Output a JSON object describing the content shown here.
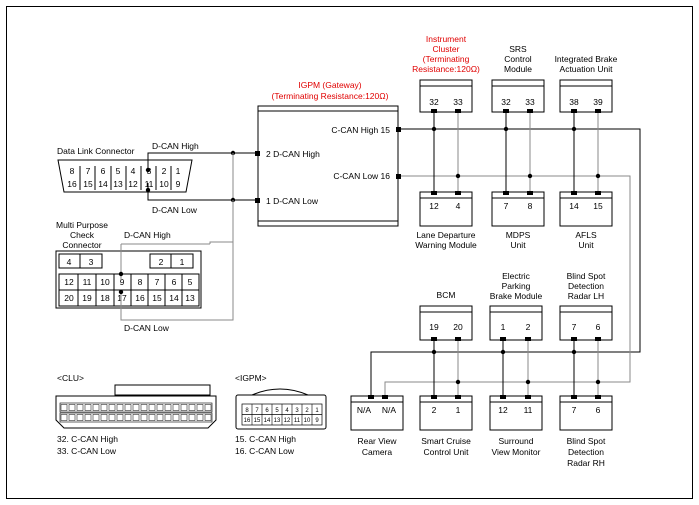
{
  "igpm": {
    "title": "IGPM (Gateway)",
    "subtitle": "(Terminating Resistance:120Ω)",
    "pins": {
      "c_can_high": "C-CAN High 15",
      "c_can_low": "C-CAN Low 16",
      "d_can_high": "2 D-CAN High",
      "d_can_low": "1 D-CAN Low"
    }
  },
  "dlc": {
    "title": "Data Link Connector",
    "row1": [
      "8",
      "7",
      "6",
      "5",
      "4",
      "3",
      "2",
      "1"
    ],
    "row2": [
      "16",
      "15",
      "14",
      "13",
      "12",
      "11",
      "10",
      "9"
    ],
    "d_can_high": "D-CAN High",
    "d_can_low": "D-CAN Low"
  },
  "mpcc": {
    "title_line1": "Multi Purpose",
    "title_line2": "Check",
    "title_line3": "Connector",
    "row0": [
      "4",
      "3",
      "2",
      "1"
    ],
    "row1": [
      "12",
      "11",
      "10",
      "9",
      "8",
      "7",
      "6",
      "5"
    ],
    "row2": [
      "20",
      "19",
      "18",
      "17",
      "16",
      "15",
      "14",
      "13"
    ],
    "d_can_high": "D-CAN High",
    "d_can_low": "D-CAN Low"
  },
  "top_modules": [
    {
      "line1": "Instrument",
      "line2": "Cluster",
      "line3": "(Terminating",
      "line4": "Resistance:120Ω)",
      "pin_a": "32",
      "pin_b": "33"
    },
    {
      "line1": "SRS",
      "line2": "Control",
      "line3": "Module",
      "pin_a": "32",
      "pin_b": "33"
    },
    {
      "line1": "Integrated Brake",
      "line2": "Actuation Unit",
      "pin_a": "38",
      "pin_b": "39"
    }
  ],
  "upper_lower_modules": [
    {
      "line1": "Lane Departure",
      "line2": "Warning Module",
      "pin_a": "12",
      "pin_b": "4"
    },
    {
      "line1": "MDPS",
      "line2": "Unit",
      "pin_a": "7",
      "pin_b": "8"
    },
    {
      "line1": "AFLS",
      "line2": "Unit",
      "pin_a": "14",
      "pin_b": "15"
    }
  ],
  "mid_modules": [
    {
      "line1": "BCM",
      "pin_a": "19",
      "pin_b": "20"
    },
    {
      "line1": "Electric",
      "line2": "Parking",
      "line3": "Brake Module",
      "pin_a": "1",
      "pin_b": "2"
    },
    {
      "line1": "Blind Spot",
      "line2": "Detection",
      "line3": "Radar LH",
      "pin_a": "7",
      "pin_b": "6"
    }
  ],
  "bottom_modules": [
    {
      "line1": "Rear View",
      "line2": "Camera",
      "pin_a": "N/A",
      "pin_b": "N/A"
    },
    {
      "line1": "Smart Cruise",
      "line2": "Control Unit",
      "pin_a": "2",
      "pin_b": "1"
    },
    {
      "line1": "Surround",
      "line2": "View Monitor",
      "pin_a": "12",
      "pin_b": "11"
    },
    {
      "line1": "Blind Spot",
      "line2": "Detection",
      "line3": "Radar RH",
      "pin_a": "7",
      "pin_b": "6"
    }
  ],
  "clu": {
    "title": "<CLU>",
    "note1": "32. C-CAN High",
    "note2": "33. C-CAN Low"
  },
  "igpm_conn": {
    "title": "<IGPM>",
    "row1": [
      "8",
      "7",
      "6",
      "5",
      "4",
      "3",
      "2",
      "1"
    ],
    "row2": [
      "16",
      "15",
      "14",
      "13",
      "12",
      "11",
      "10",
      "9"
    ],
    "note1": "15. C-CAN High",
    "note2": "16. C-CAN Low"
  }
}
